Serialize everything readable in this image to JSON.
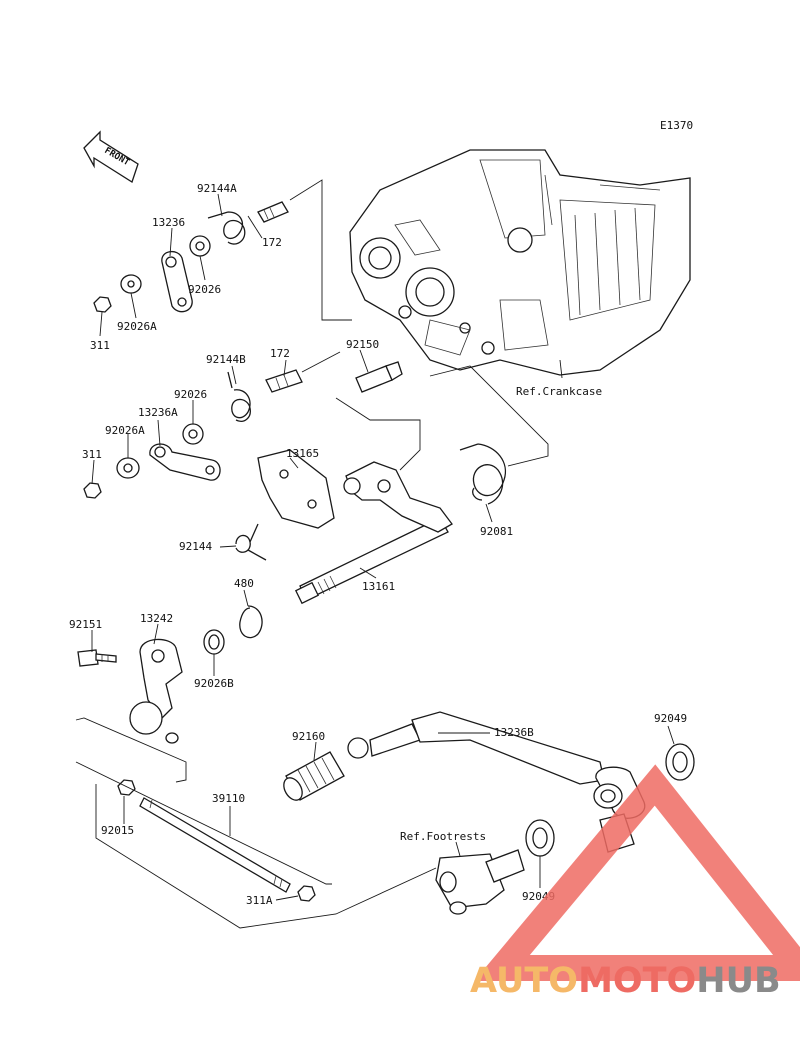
{
  "diagram": {
    "code": "E1370",
    "front_marker": "FRONT",
    "labels": {
      "p92144A": "92144A",
      "p13236": "13236",
      "p172a": "172",
      "p92026a": "92026",
      "p92026Aa": "92026A",
      "p311a": "311",
      "p92150": "92150",
      "p172b": "172",
      "p92144B": "92144B",
      "p92026b": "92026",
      "p13236A": "13236A",
      "p92026Ab": "92026A",
      "p311b": "311",
      "p13165": "13165",
      "p92081": "92081",
      "p92144": "92144",
      "p480": "480",
      "p13161": "13161",
      "p92151": "92151",
      "p13242": "13242",
      "p92026B": "92026B",
      "p92160": "92160",
      "p13236B": "13236B",
      "p92049a": "92049",
      "p39110": "39110",
      "p92015": "92015",
      "p311A": "311A",
      "p92049b": "92049"
    },
    "references": {
      "crankcase": "Ref.Crankcase",
      "footrests": "Ref.Footrests"
    }
  },
  "watermark": {
    "part1": "AUTO",
    "part2": "MOTO",
    "part3": "HUB",
    "color_orange": "#f5b868",
    "color_red": "#ee6b63",
    "color_gray": "#8a8a8a"
  }
}
